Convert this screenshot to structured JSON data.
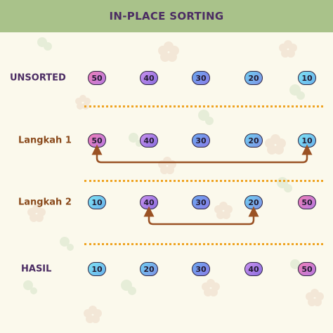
{
  "header": {
    "title": "IN-PLACE SORTING"
  },
  "colors": {
    "header_bg": "#a9c28a",
    "title": "#4b2c63",
    "label_unsorted": "#4b2c63",
    "label_step": "#8a4a1c",
    "arrow": "#9a5224",
    "divider": "#efa423"
  },
  "gradients": {
    "50": [
      "#f07fb8",
      "#b77ae0"
    ],
    "40": [
      "#c990ee",
      "#8b6fe0"
    ],
    "30": [
      "#6aa8f0",
      "#8a7ee8"
    ],
    "20": [
      "#6fd0f3",
      "#7f92e6"
    ],
    "10": [
      "#7fe3f5",
      "#69b1ec"
    ]
  },
  "rows": [
    {
      "label": "UNSORTED",
      "label_style": "unsorted",
      "values": [
        "50",
        "40",
        "30",
        "20",
        "10"
      ]
    },
    {
      "label": "Langkah 1",
      "label_style": "step",
      "values": [
        "50",
        "40",
        "30",
        "20",
        "10"
      ],
      "swap": [
        0,
        4
      ]
    },
    {
      "label": "Langkah 2",
      "label_style": "step",
      "values": [
        "10",
        "40",
        "30",
        "20",
        "50"
      ],
      "swap": [
        1,
        3
      ]
    },
    {
      "label": "HASIL",
      "label_style": "unsorted",
      "values": [
        "10",
        "20",
        "30",
        "40",
        "50"
      ]
    }
  ]
}
